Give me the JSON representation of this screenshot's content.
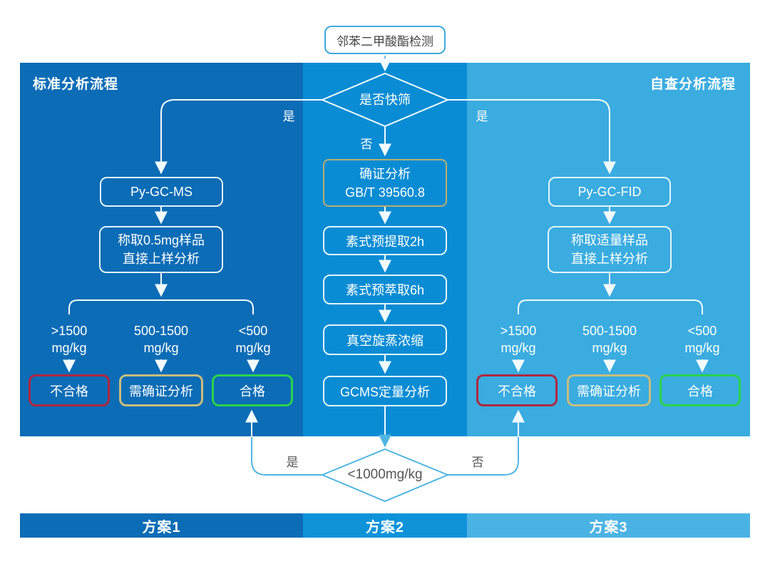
{
  "colors": {
    "column_left": "#0c6cb6",
    "column_middle": "#0a8cd4",
    "column_right": "#3aace0",
    "footer_bar1": "#0c6cb6",
    "footer_bar2": "#0e93d9",
    "footer_bar3": "#4bb3e4",
    "fail_border": "#b1273d",
    "confirm_border": "#cabd7a",
    "pass_border": "#2bd34b",
    "confirm_step_border": "#b9ae6d",
    "light_line": "#f2fbff",
    "blue_line": "#4fb6e2",
    "start_border": "#3fa9dc"
  },
  "header": {
    "left": "标准分析流程",
    "right": "自查分析流程"
  },
  "start": {
    "label": "邻苯二甲酸酯检测"
  },
  "decision_top": {
    "label": "是否快筛",
    "branch_left": "是",
    "branch_right": "是",
    "branch_down": "否"
  },
  "left_flow": {
    "instrument": "Py-GC-MS",
    "prep": [
      "称取0.5mg样品",
      "直接上样分析"
    ],
    "branches": [
      {
        "range": ">1500",
        "unit": "mg/kg",
        "result": "不合格"
      },
      {
        "range": "500-1500",
        "unit": "mg/kg",
        "result": "需确证分析"
      },
      {
        "range": "<500",
        "unit": "mg/kg",
        "result": "合格"
      }
    ]
  },
  "middle_flow": {
    "step1": [
      "确证分析",
      "GB/T 39560.8"
    ],
    "step2": "素式预提取2h",
    "step3": "素式预萃取6h",
    "step4": "真空旋蒸浓缩",
    "step5": "GCMS定量分析"
  },
  "right_flow": {
    "instrument": "Py-GC-FID",
    "prep": [
      "称取适量样品",
      "直接上样分析"
    ],
    "branches": [
      {
        "range": ">1500",
        "unit": "mg/kg",
        "result": "不合格"
      },
      {
        "range": "500-1500",
        "unit": "mg/kg",
        "result": "需确证分析"
      },
      {
        "range": "<500",
        "unit": "mg/kg",
        "result": "合格"
      }
    ]
  },
  "decision_bottom": {
    "label": "<1000mg/kg",
    "branch_left": "是",
    "branch_right": "否"
  },
  "footer": {
    "plan1": "方案1",
    "plan2": "方案2",
    "plan3": "方案3"
  }
}
